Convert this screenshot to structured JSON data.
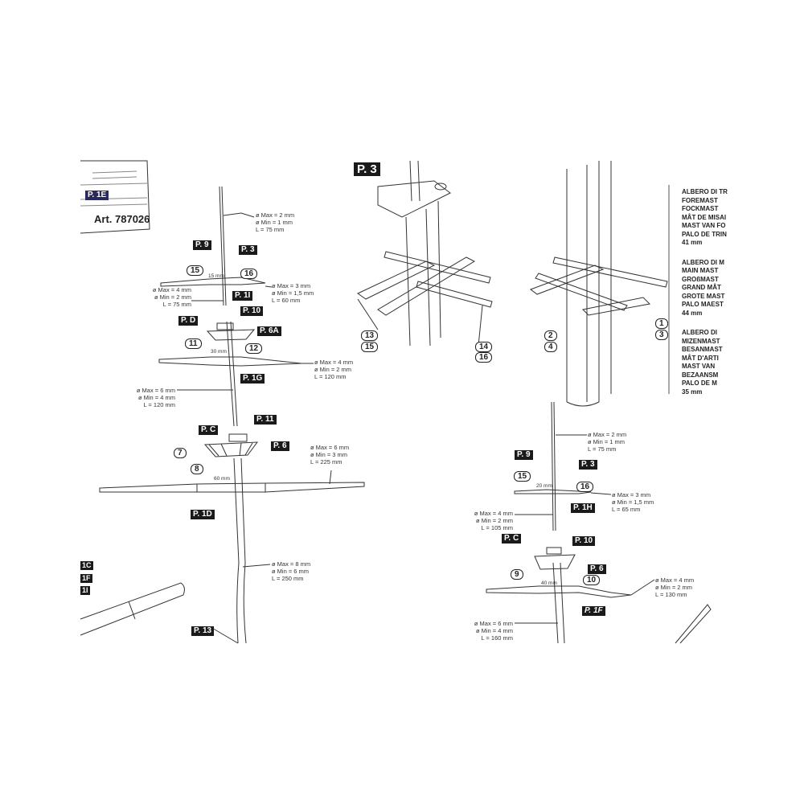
{
  "header": {
    "part_tag": "P. 1E",
    "article": "Art. 787026"
  },
  "edge_tags": [
    "1C",
    "1F",
    "1I"
  ],
  "left_mast": {
    "tags": {
      "p9": "P. 9",
      "p3": "P. 3",
      "p1i": "P. 1I",
      "p10": "P. 10",
      "pd": "P. D",
      "p6a": "P. 6A",
      "p1g": "P. 1G",
      "pc": "P. C",
      "p11": "P. 11",
      "p6": "P. 6",
      "p1d": "P. 1D",
      "p13": "P. 13"
    },
    "callouts": {
      "c15": "15",
      "c16": "16",
      "c11": "11",
      "c12": "12",
      "c7": "7",
      "c8": "8"
    },
    "dims": {
      "d15": "15 mm",
      "d30": "30 mm",
      "d60": "60 mm"
    },
    "specs": [
      {
        "max": "ø Max = 2 mm",
        "min": "ø Min = 1 mm",
        "len": "L = 75 mm"
      },
      {
        "max": "ø Max = 3 mm",
        "min": "ø Min = 1,5 mm",
        "len": "L = 60 mm"
      },
      {
        "max": "ø Max = 4 mm",
        "min": "ø Min = 2 mm",
        "len": "L = 75 mm"
      },
      {
        "max": "ø Max = 4 mm",
        "min": "ø Min = 2 mm",
        "len": "L = 120 mm"
      },
      {
        "max": "ø Max = 6 mm",
        "min": "ø Min = 4 mm",
        "len": "L = 120 mm"
      },
      {
        "max": "ø Max = 6 mm",
        "min": "ø Min = 3 mm",
        "len": "L = 225 mm"
      },
      {
        "max": "ø Max = 8 mm",
        "min": "ø Min = 6 mm",
        "len": "L = 250 mm"
      }
    ]
  },
  "right_mast": {
    "tags": {
      "p9": "P. 9",
      "p3": "P. 3",
      "p1h": "P. 1H",
      "pc": "P. C",
      "p10": "P. 10",
      "p6": "P. 6",
      "p1f": "P. 1F"
    },
    "callouts": {
      "c15": "15",
      "c16": "16",
      "c9": "9",
      "c10": "10"
    },
    "dims": {
      "d20": "20 mm",
      "d40": "40 mm"
    },
    "specs": [
      {
        "max": "ø Max = 2 mm",
        "min": "ø Min = 1 mm",
        "len": "L = 75 mm"
      },
      {
        "max": "ø Max = 3 mm",
        "min": "ø Min = 1,5 mm",
        "len": "L = 65 mm"
      },
      {
        "max": "ø Max = 4 mm",
        "min": "ø Min = 2 mm",
        "len": "L = 105 mm"
      },
      {
        "max": "ø Max = 4 mm",
        "min": "ø Min = 2 mm",
        "len": "L = 130 mm"
      },
      {
        "max": "ø Max = 6 mm",
        "min": "ø Min = 4 mm",
        "len": "L = 160 mm"
      }
    ]
  },
  "detail": {
    "tag": "P. 3",
    "callouts_a": [
      "13",
      "15",
      "14",
      "16"
    ],
    "callouts_b": [
      "2",
      "4",
      "1",
      "3"
    ]
  },
  "legend": [
    {
      "lines": [
        "ALBERO DI TR",
        "FOREMAST",
        "FOCKMAST",
        "MÂT DE MISAI",
        "MAST VAN FO",
        "PALO DE TRIN"
      ],
      "size": "41 mm"
    },
    {
      "lines": [
        "ALBERO DI M",
        "MAIN MAST",
        "GROßMAST",
        "GRAND MÂT",
        "GROTE MAST",
        "PALO MAEST"
      ],
      "size": "44 mm"
    },
    {
      "lines": [
        "ALBERO DI",
        "MIZENMAST",
        "BESANMAST",
        "MÂT D'ARTI",
        "MAST VAN",
        "BEZAANSM",
        "PALO DE M"
      ],
      "size": "35 mm"
    }
  ]
}
